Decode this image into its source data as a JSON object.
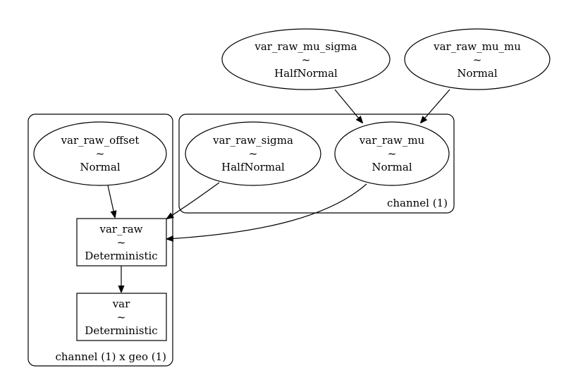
{
  "diagram": {
    "clusters": {
      "channel_geo": {
        "label": "channel (1) x geo (1)"
      },
      "channel": {
        "label": "channel (1)"
      }
    },
    "nodes": {
      "var_raw_mu_sigma": {
        "name": "var_raw_mu_sigma",
        "tilde": "~",
        "dist": "HalfNormal",
        "shape": "ellipse"
      },
      "var_raw_mu_mu": {
        "name": "var_raw_mu_mu",
        "tilde": "~",
        "dist": "Normal",
        "shape": "ellipse"
      },
      "var_raw_offset": {
        "name": "var_raw_offset",
        "tilde": "~",
        "dist": "Normal",
        "shape": "ellipse"
      },
      "var_raw_sigma": {
        "name": "var_raw_sigma",
        "tilde": "~",
        "dist": "HalfNormal",
        "shape": "ellipse"
      },
      "var_raw_mu": {
        "name": "var_raw_mu",
        "tilde": "~",
        "dist": "Normal",
        "shape": "ellipse"
      },
      "var_raw": {
        "name": "var_raw",
        "tilde": "~",
        "dist": "Deterministic",
        "shape": "box"
      },
      "var": {
        "name": "var",
        "tilde": "~",
        "dist": "Deterministic",
        "shape": "box"
      }
    },
    "edges": [
      {
        "from": "var_raw_mu_sigma",
        "to": "var_raw_mu"
      },
      {
        "from": "var_raw_mu_mu",
        "to": "var_raw_mu"
      },
      {
        "from": "var_raw_offset",
        "to": "var_raw"
      },
      {
        "from": "var_raw_sigma",
        "to": "var_raw"
      },
      {
        "from": "var_raw_mu",
        "to": "var_raw"
      },
      {
        "from": "var_raw",
        "to": "var"
      }
    ]
  }
}
